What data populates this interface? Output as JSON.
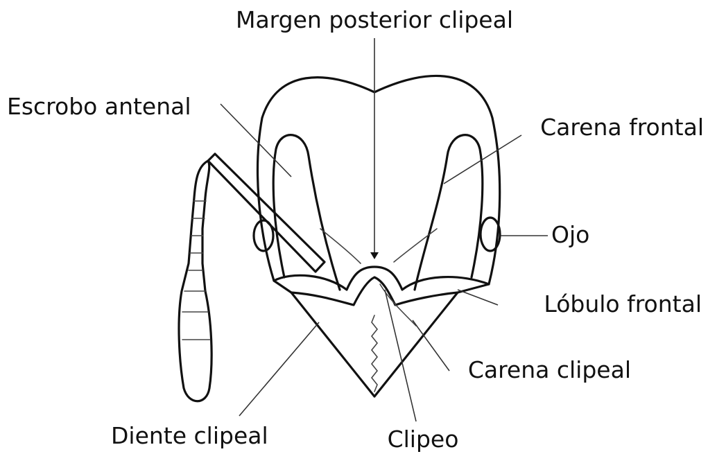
{
  "labels": {
    "margen_posterior_clipeal": "Margen posterior clipeal",
    "escrobo_antenal": "Escrobo antenal",
    "carena_frontal": "Carena frontal",
    "ojo": "Ojo",
    "lobulo_frontal": "Lóbulo frontal",
    "carena_clipeal": "Carena clipeal",
    "diente_clipeal": "Diente clipeal",
    "clipeo": "Clipeo"
  }
}
